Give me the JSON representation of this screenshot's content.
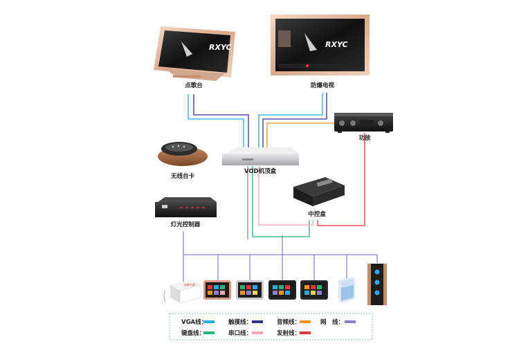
{
  "devices": {
    "touch_console": {
      "label": "点歌台",
      "logo": "RXYC"
    },
    "explosion_tv": {
      "label": "防爆电视",
      "logo": "RXYC"
    },
    "amplifier": {
      "label": "功放"
    },
    "wireless_card": {
      "label": "无线台卡"
    },
    "vod_box": {
      "label": "VOD机顶盒"
    },
    "control_box": {
      "label": "中控盒"
    },
    "light_controller": {
      "label": "灯光控制器"
    }
  },
  "panel_text": "点歌大屏",
  "legend": [
    {
      "label": "VGA线：",
      "color": "#29abe2"
    },
    {
      "label": "触摸线：",
      "color": "#2e3192"
    },
    {
      "label": "音频线：",
      "color": "#f7931e"
    },
    {
      "label": "网　线：",
      "color": "#8f7fd0"
    },
    {
      "label": "键盘线：",
      "color": "#22b573"
    },
    {
      "label": "串口线：",
      "color": "#f5a8b0"
    },
    {
      "label": "发射线：",
      "color": "#e8363a"
    }
  ]
}
